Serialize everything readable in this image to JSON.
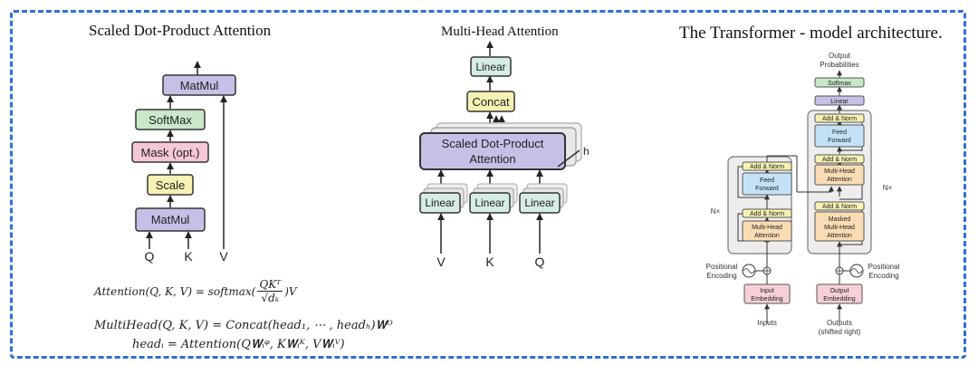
{
  "titles": {
    "sdpa": "Scaled Dot-Product Attention",
    "mha": "Multi-Head Attention",
    "transformer": "The Transformer - model architecture."
  },
  "sdpa": {
    "matmul_top": "MatMul",
    "softmax": "SoftMax",
    "mask": "Mask (opt.)",
    "scale": "Scale",
    "matmul_bottom": "MatMul",
    "q": "Q",
    "k": "K",
    "v": "V"
  },
  "mha": {
    "linear_top": "Linear",
    "concat": "Concat",
    "sdpa_line1": "Scaled Dot-Product",
    "sdpa_line2": "Attention",
    "h": "h",
    "linear_v": "Linear",
    "linear_k": "Linear",
    "linear_q": "Linear",
    "v": "V",
    "k": "K",
    "q": "Q"
  },
  "transformer": {
    "output_probabilities_1": "Output",
    "output_probabilities_2": "Probabilities",
    "softmax": "Softmax",
    "linear": "Linear",
    "add_norm": "Add & Norm",
    "feed_forward_1": "Feed",
    "feed_forward_2": "Forward",
    "mha_1": "Multi-Head",
    "mha_2": "Attention",
    "masked_1": "Masked",
    "masked_2": "Multi-Head",
    "masked_3": "Attention",
    "nx": "N×",
    "pos_enc_1": "Positional",
    "pos_enc_2": "Encoding",
    "input_emb_1": "Input",
    "input_emb_2": "Embedding",
    "output_emb_1": "Output",
    "output_emb_2": "Embedding",
    "inputs": "Inputs",
    "outputs_1": "Outputs",
    "outputs_2": "(shifted right)"
  },
  "formulas": {
    "attention_lhs": "Attention(Q, K, V) = softmax(",
    "attention_num": "QKᵀ",
    "attention_den": "√dₖ",
    "attention_rhs": ")V",
    "multihead": "MultiHead(Q, K, V) = Concat(head₁, ⋯ , headₕ)𝐖ᴼ",
    "head": "headᵢ = Attention(Q𝐖ᵢᵠ, K𝐖ᵢᴷ, V𝐖ᵢⱽ)"
  },
  "colors": {
    "border": "#2f6fd6",
    "matmul": "#c6c0e6",
    "softmax": "#c8e8c8",
    "mask": "#f6c8d6",
    "scale": "#f6f2b4",
    "linear": "#d6ece6",
    "concat": "#f6f2b4",
    "feed": "#c4e2f6",
    "mha_fill": "#f9dcb4",
    "embed": "#f6d0d6",
    "addnorm": "#f6f2b4"
  }
}
